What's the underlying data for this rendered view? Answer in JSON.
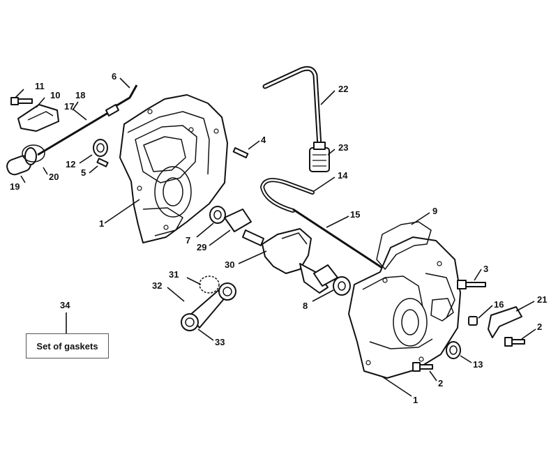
{
  "callouts": {
    "c1a": "1",
    "c1b": "1",
    "c2a": "2",
    "c2b": "2",
    "c3": "3",
    "c4": "4",
    "c5": "5",
    "c6": "6",
    "c7": "7",
    "c8": "8",
    "c9": "9",
    "c10": "10",
    "c11": "11",
    "c12": "12",
    "c13": "13",
    "c14": "14",
    "c15": "15",
    "c16": "16",
    "c17": "17",
    "c18": "18",
    "c19": "19",
    "c20": "20",
    "c21": "21",
    "c22": "22",
    "c23": "23",
    "c29": "29",
    "c30": "30",
    "c31": "31",
    "c32": "32",
    "c33": "33",
    "c34": "34"
  },
  "kit": {
    "label": "Set of gaskets"
  }
}
